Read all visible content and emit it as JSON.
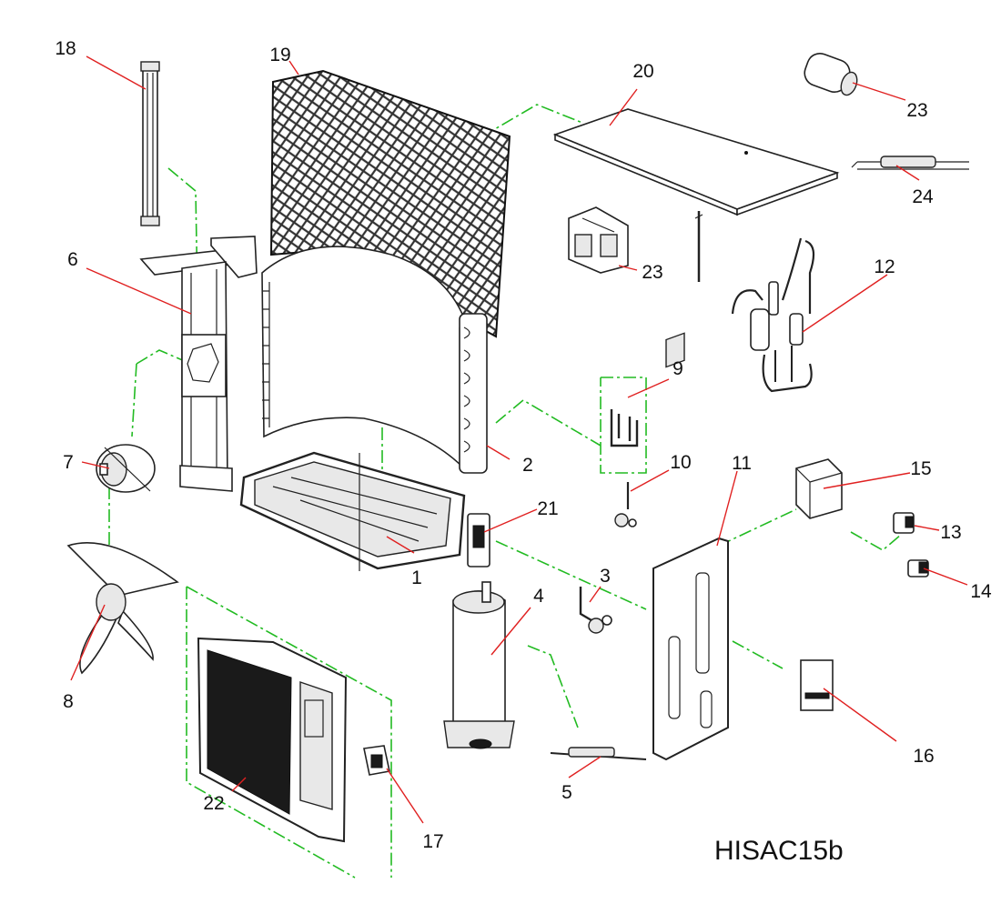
{
  "model_code": "HISAC15b",
  "callouts": [
    "1",
    "2",
    "3",
    "4",
    "5",
    "6",
    "7",
    "8",
    "9",
    "10",
    "11",
    "12",
    "13",
    "14",
    "15",
    "16",
    "17",
    "18",
    "19",
    "20",
    "21",
    "22",
    "23",
    "23",
    "24"
  ],
  "colors": {
    "leader_lines": "#e02020",
    "assembly_guides": "#22bb22",
    "line_art": "#222222"
  }
}
